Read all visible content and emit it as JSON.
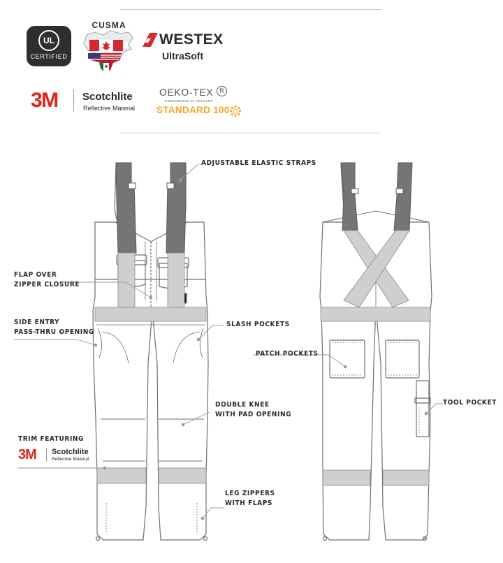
{
  "logos": {
    "ul": {
      "mark": "UL",
      "text": "CERTIFIED"
    },
    "cusma": {
      "text": "CUSMA"
    },
    "westex": {
      "name": "WESTEX",
      "product": "UltraSoft"
    },
    "three_m": {
      "mark": "3M",
      "name": "Scotchlite",
      "sub": "Reflective Material"
    },
    "oekotex": {
      "name": "OEKO-TEX",
      "tagline": "CONFIDENCE IN TEXTILES",
      "standard": "STANDARD 100"
    }
  },
  "callouts": {
    "straps": "ADJUSTABLE ELASTIC STRAPS",
    "flap_line1": "FLAP OVER",
    "flap_line2": "ZIPPER CLOSURE",
    "side_line1": "SIDE ENTRY",
    "side_line2": "PASS-THRU OPENING",
    "slash": "SLASH POCKETS",
    "patch": "PATCH POCKETS",
    "knee_line1": "DOUBLE KNEE",
    "knee_line2": "WITH PAD OPENING",
    "tool": "TOOL POCKET",
    "trim": "TRIM FEATURING",
    "leg_line1": "LEG ZIPPERS",
    "leg_line2": "WITH FLAPS"
  },
  "trim_logo": {
    "mark": "3M",
    "name": "Scotchlite",
    "sub": "Reflective Material"
  },
  "colors": {
    "strap": "#757575",
    "reflective": "#cfcfcf",
    "outline": "#6f6f6f",
    "three_m_red": "#e2231a",
    "westex_red": "#d32b2b",
    "oekotex_orange": "#f5a623"
  }
}
